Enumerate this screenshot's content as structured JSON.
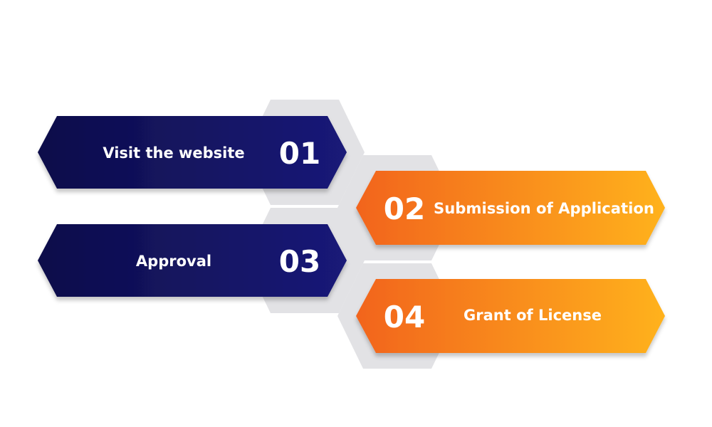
{
  "steps": [
    {
      "number": "01",
      "label": "Visit the website"
    },
    {
      "number": "02",
      "label": "Submission of Application"
    },
    {
      "number": "03",
      "label": "Approval"
    },
    {
      "number": "04",
      "label": "Grant of License"
    }
  ],
  "colors": {
    "blue_dark": "#0d0d4a",
    "blue_mid": "#1a1a78",
    "orange_dark": "#f2641a",
    "orange_light": "#ffb21c",
    "hexagon_outer": "#e2e2e5",
    "hexagon_inner": "#eeeef0",
    "text": "#ffffff"
  }
}
